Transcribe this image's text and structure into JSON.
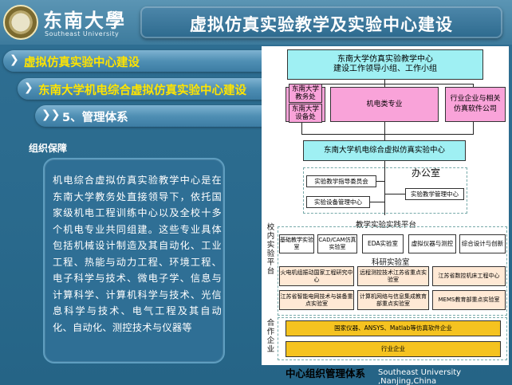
{
  "header": {
    "logo_name": "东南大學",
    "logo_sub": "Southeast University",
    "title": "虚拟仿真实验教学及实验中心建设"
  },
  "breadcrumbs": [
    {
      "label": "虚拟仿真实验中心建设"
    },
    {
      "label": "东南大学机电综合虚拟仿真实验中心建设"
    },
    {
      "label": "5、管理体系"
    }
  ],
  "section": {
    "label": "组织保障",
    "text": "机电综合虚拟仿真实验教学中心是在东南大学教务处直接领导下，依托国家级机电工程训练中心以及全校十多个机电专业共同组建。这些专业具体包括机械设计制造及其自动化、工业工程、热能与动力工程、环境工程、电子科学与技术、微电子学、信息与计算科学、计算机科学与技术、光信息科学与技术、电气工程及其自动化、自动化、测控技术与仪器等"
  },
  "diagram": {
    "top": "东南大学仿真实验教学中心\n建设工作领导小组、工作小组",
    "dept1": "东南大学\n教务处",
    "dept2": "东南大学\n设备处",
    "major": "机电类专业",
    "industry": "行业企业与相关\n仿真软件公司",
    "center": "东南大学机电综合虚拟仿真实验中心",
    "office_label": "办公室",
    "committee": "实验教学指导委员会",
    "equipment": "实验设备管理中心",
    "teaching": "实验教学管理中心",
    "platform_label": "教学实验实践平台",
    "campus_label": "校内实验平台",
    "platform_items": [
      "基础教学实验室",
      "CAD/CAM仿真实验室",
      "EDA实验室",
      "虚拟仪器与测控",
      "综合设计与创新"
    ],
    "research_label": "科研实验室",
    "research_items": [
      "火电机组振动国家工程研究中心",
      "远程测控技术江苏省重点实验室",
      "江苏省数控机床工程中心",
      "江苏省智能电网技术与装备重点实验室",
      "计算机网络与信息集成教育部重点实验室",
      "MEMS教育部重点实验室"
    ],
    "enterprise_label": "合作企业",
    "enterprise_items": [
      "国家仪器、ANSYS、Matlab等仿真软件企业",
      "行业企业"
    ]
  },
  "footer": {
    "title": "中心组织管理体系",
    "subtitle": "Southeast University ,Nanjing,China"
  }
}
